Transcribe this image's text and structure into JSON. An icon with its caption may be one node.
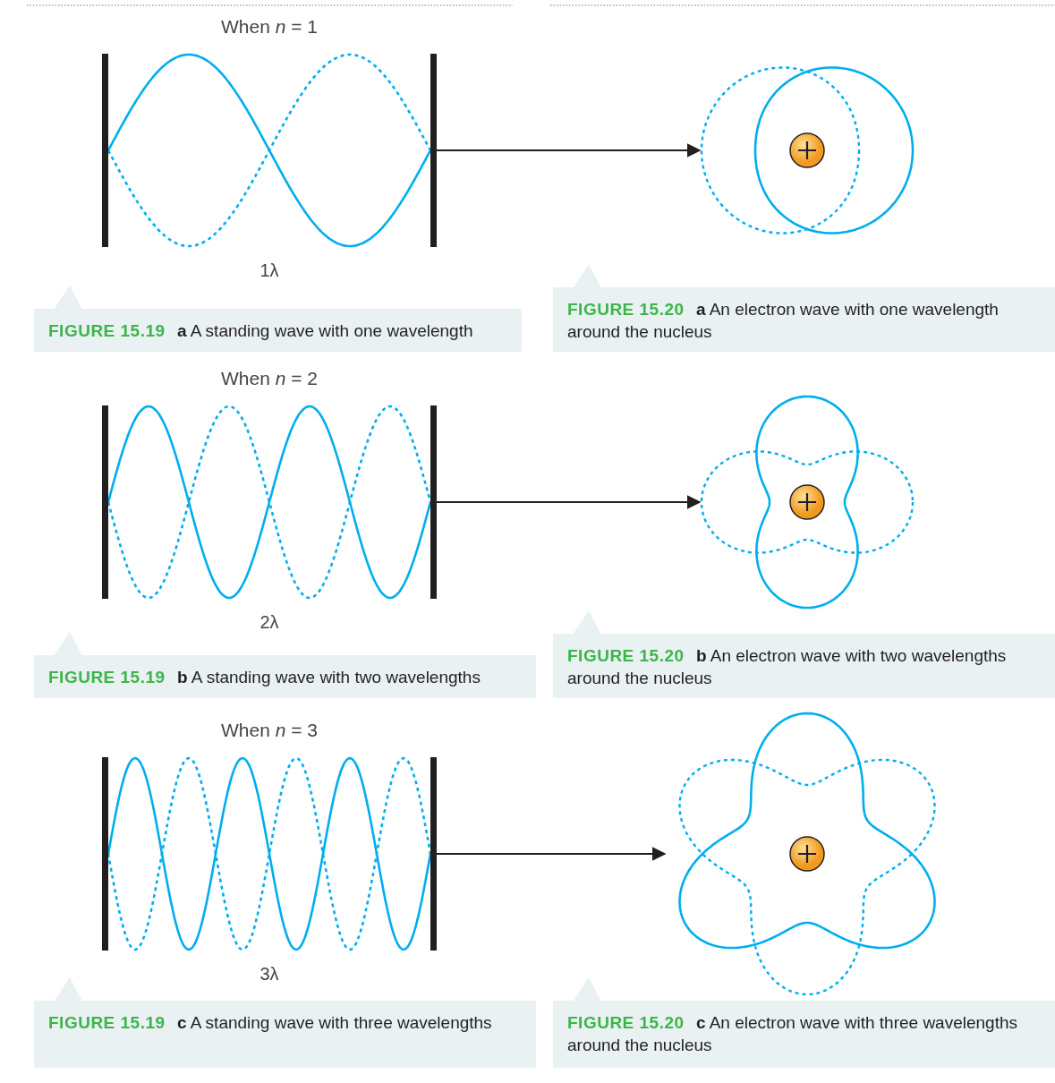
{
  "diagram": {
    "nodes": [
      {
        "text": [
          "When *n* = 1"
        ],
        "beside": [
          "1λ"
        ]
      },
      {
        "text": [],
        "shape": "picture"
      },
      {
        "text": [
          "When *n* = 2"
        ],
        "beside": [
          "2λ"
        ]
      },
      {
        "text": [],
        "shape": "picture"
      },
      {
        "text": [
          "When *n* = 3"
        ],
        "beside": [
          "3λ"
        ]
      },
      {
        "text": [],
        "shape": "picture"
      }
    ],
    "edges": [
      {
        "from": 0,
        "to": 1,
        "arrow": "to"
      },
      {
        "from": 2,
        "to": 3,
        "arrow": "to"
      },
      {
        "from": 4,
        "to": 5,
        "arrow": "to"
      }
    ],
    "labels": [
      "**FIGURE 15.19** **a** A standing wave with one wavelength",
      "**FIGURE 15.20** **a** An electron wave with one wavelength around the nucleus",
      "**FIGURE 15.19** **b** A standing wave with two wavelengths",
      "**FIGURE 15.20** **b** An electron wave with two wavelengths around the nucleus",
      "**FIGURE 15.19** **c** A standing wave with three wavelengths",
      "**FIGURE 15.20** **c** An electron wave with three wavelengths around the nucleus"
    ]
  }
}
